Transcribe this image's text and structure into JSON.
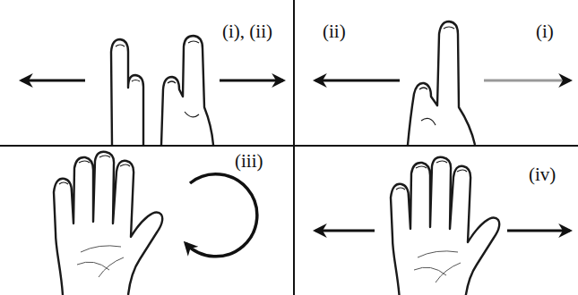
{
  "diagram": {
    "labels": [
      "(i), (ii)",
      "(ii)",
      "(i)",
      "(iii)",
      "(iv)"
    ]
  }
}
